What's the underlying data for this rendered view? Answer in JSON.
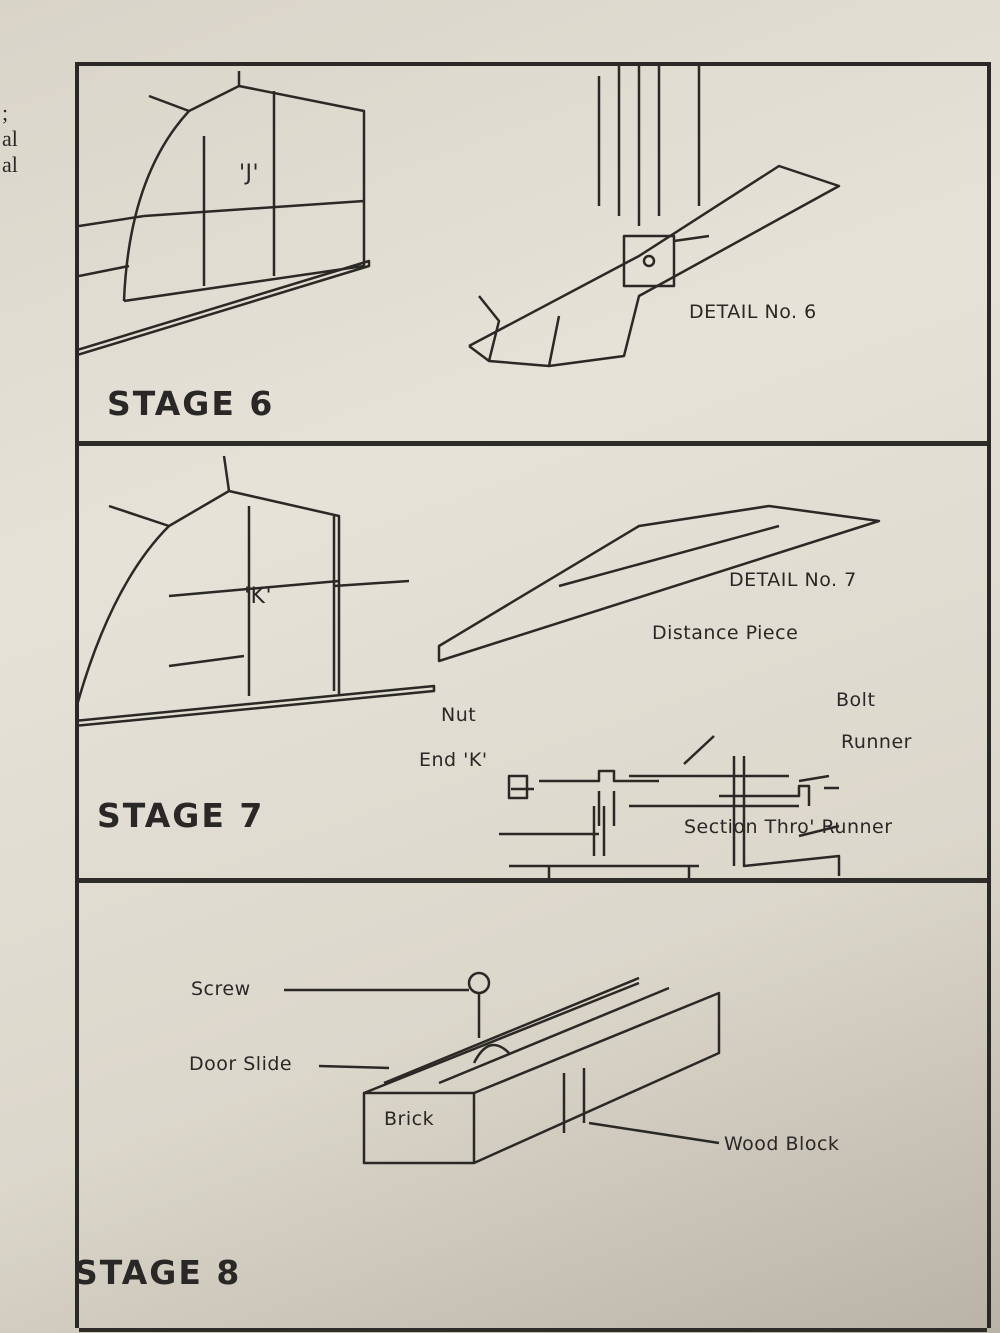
{
  "edge_text": [
    ";",
    "al",
    "al"
  ],
  "stage6": {
    "title": "STAGE 6",
    "panel_label": "'J'",
    "detail": "DETAIL No. 6"
  },
  "stage7": {
    "title": "STAGE 7",
    "panel_label": "'K'",
    "detail": "DETAIL No. 7",
    "labels": {
      "distance_piece": "Distance Piece",
      "bolt": "Bolt",
      "nut": "Nut",
      "runner": "Runner",
      "end_k": "End 'K'",
      "section": "Section Thro' Runner"
    }
  },
  "stage8": {
    "title": "STAGE 8",
    "labels": {
      "screw": "Screw",
      "door_slide": "Door Slide",
      "brick": "Brick",
      "wood_block": "Wood Block"
    }
  }
}
